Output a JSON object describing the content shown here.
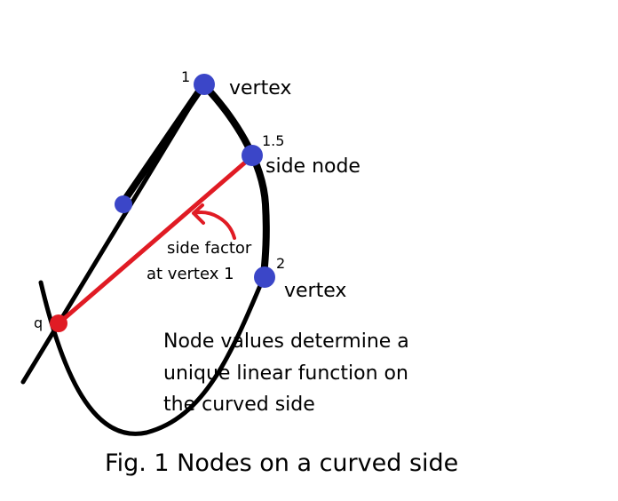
{
  "colors": {
    "background": "#ffffff",
    "curve": "#000000",
    "node": "#3b46c8",
    "point_q": "#e01b24",
    "segment": "#e01b24"
  },
  "nodes": {
    "vertex1_index": "1",
    "vertex1_label": "vertex",
    "side_node_index": "1.5",
    "side_node_label": "side node",
    "vertex2_index": "2",
    "vertex2_label": "vertex"
  },
  "point": {
    "label": "q"
  },
  "side_factor": {
    "line1": "side factor",
    "line2": "at vertex 1"
  },
  "note": {
    "line1": "Node values determine a",
    "line2": "unique linear function on",
    "line3": "the curved side"
  },
  "caption": "Fig. 1  Nodes on a curved side"
}
